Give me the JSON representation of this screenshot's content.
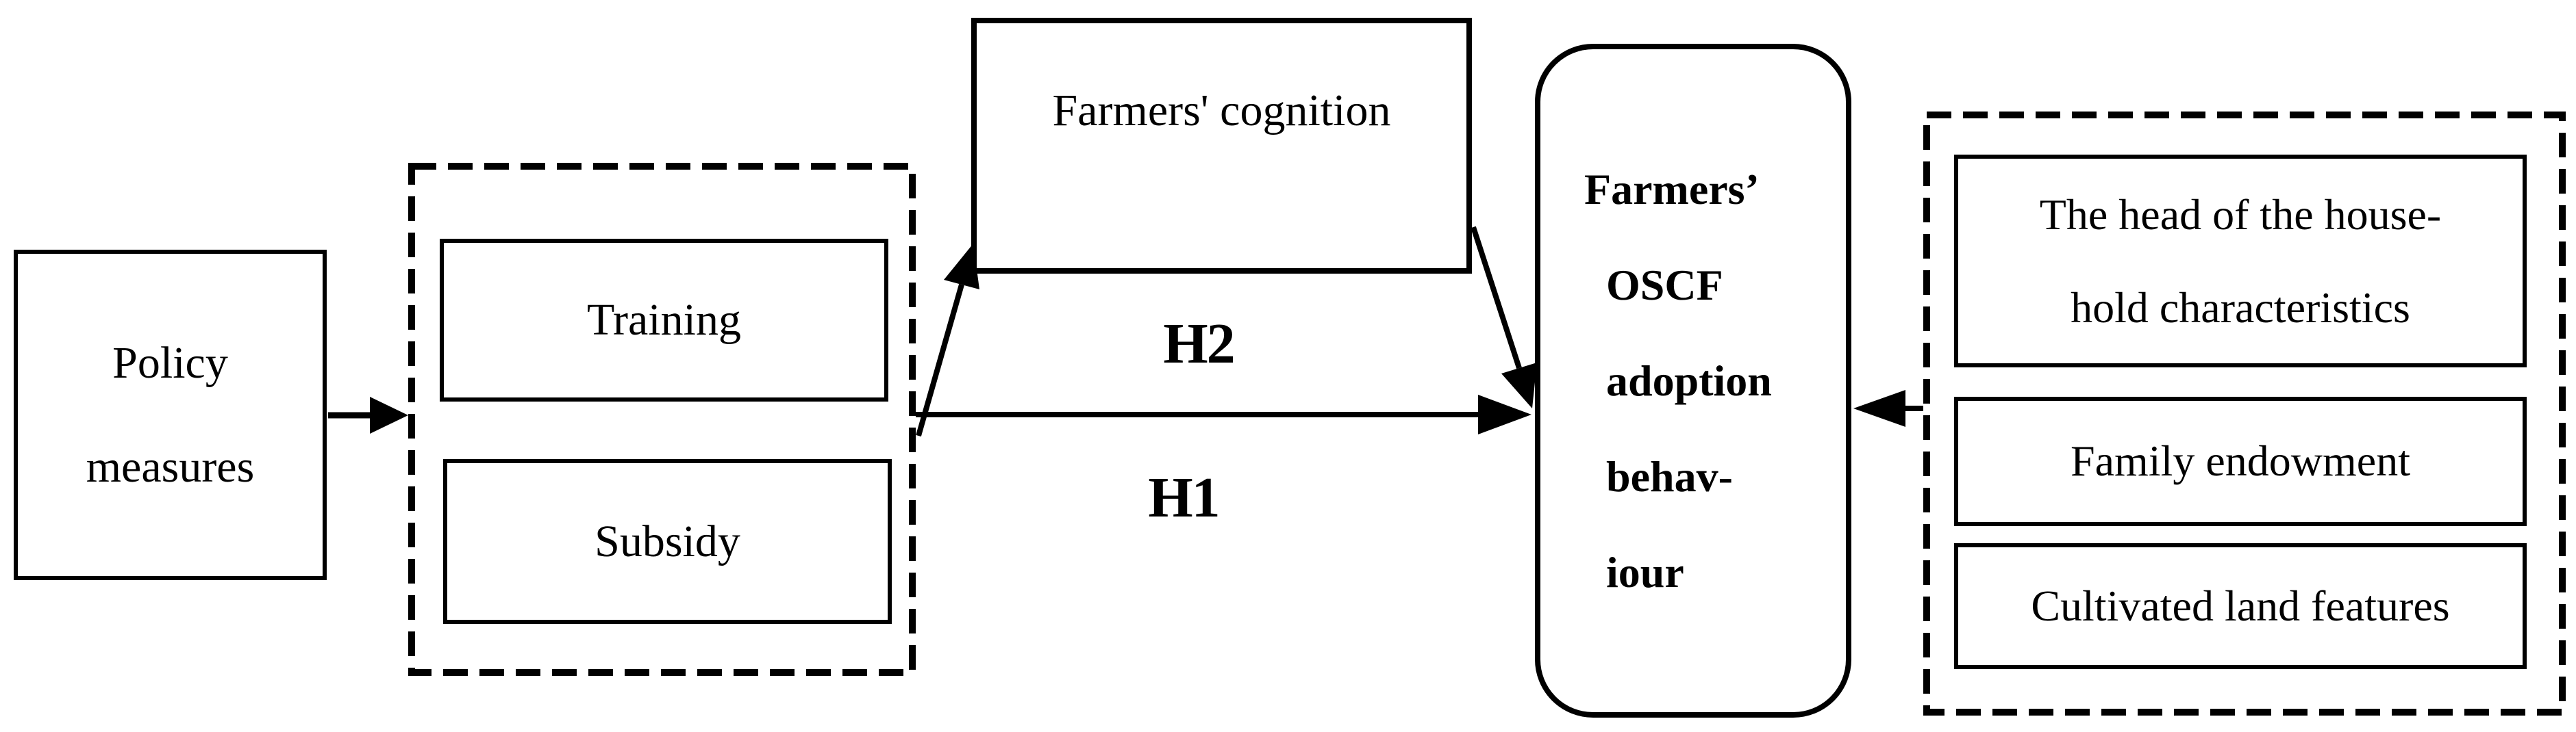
{
  "diagram": {
    "policy_box": {
      "lines": [
        "Policy",
        "measures"
      ]
    },
    "measures_group": {
      "training_label": "Training",
      "subsidy_label": "Subsidy"
    },
    "cognition_box": {
      "label": "Farmers' cognition"
    },
    "hypothesis_labels": {
      "h1": "H1",
      "h2": "H2"
    },
    "outcome_box": {
      "lines": [
        "Farmers’",
        "OSCF",
        "adoption",
        "behav-",
        "iour"
      ]
    },
    "moderators_group": {
      "household_box_lines": [
        "The head of the house-",
        "hold characteristics"
      ],
      "family_endowment_label": "Family endowment",
      "cultivated_land_label": "Cultivated land features"
    },
    "arrows": [
      {
        "from": "policy-measures-box",
        "to": "measures-dashed-group",
        "label": ""
      },
      {
        "from": "measures-dashed-group",
        "to": "farmers-cognition-box",
        "label": "H2"
      },
      {
        "from": "measures-dashed-group",
        "to": "oscf-adoption-box",
        "label": "H1"
      },
      {
        "from": "farmers-cognition-box",
        "to": "oscf-adoption-box",
        "label": ""
      },
      {
        "from": "moderators-dashed-group",
        "to": "oscf-adoption-box",
        "label": ""
      }
    ],
    "colors": {
      "ink": "#000000",
      "background": "#ffffff"
    }
  }
}
